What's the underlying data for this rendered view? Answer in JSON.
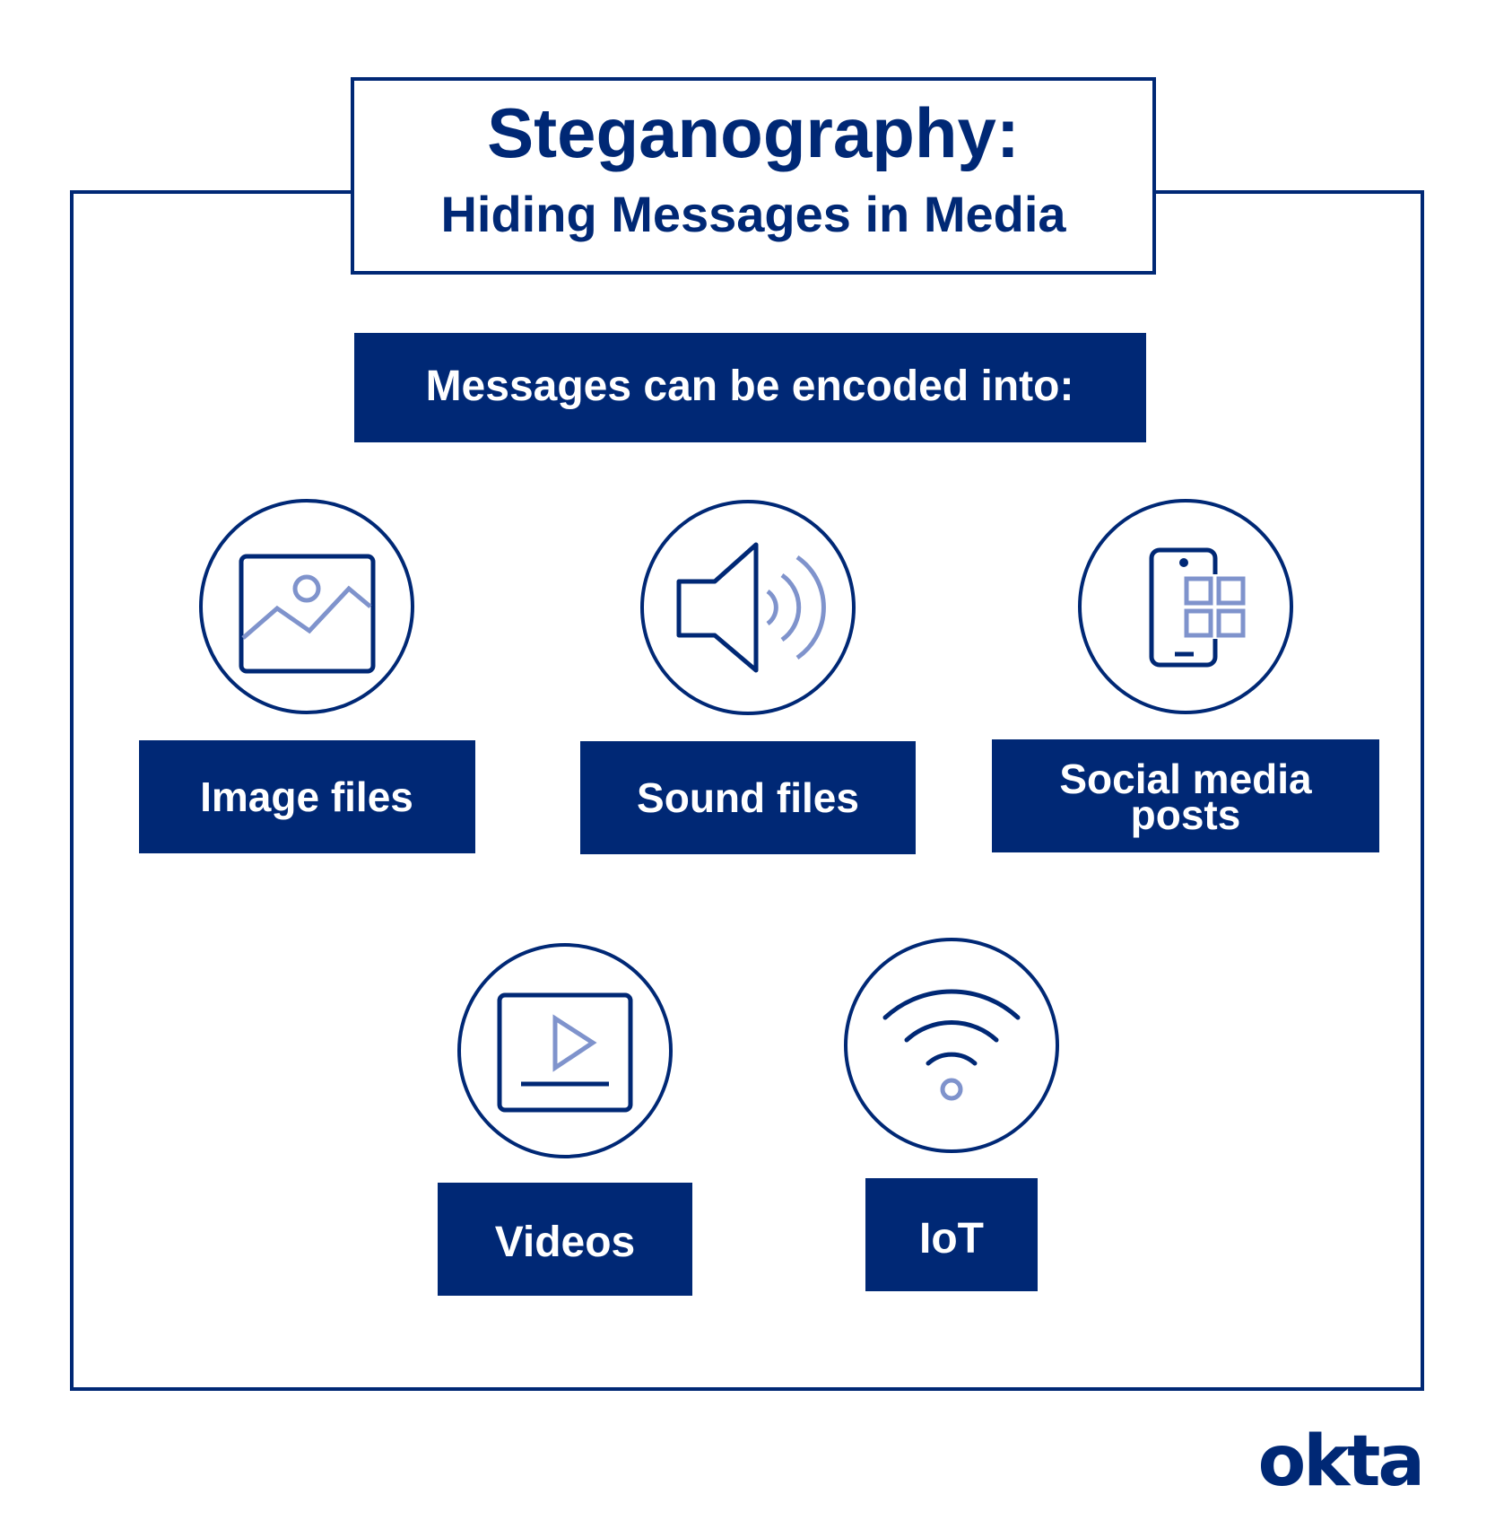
{
  "title": {
    "line1": "Steganography:",
    "line2": "Hiding Messages in Media"
  },
  "header": "Messages can be encoded into:",
  "items": [
    {
      "label": "Image files",
      "icon": "image-icon"
    },
    {
      "label": "Sound files",
      "icon": "speaker-icon"
    },
    {
      "label_line1": "Social media",
      "label_line2": "posts",
      "icon": "smartphone-apps-icon"
    },
    {
      "label": "Videos",
      "icon": "video-player-icon"
    },
    {
      "label": "IoT",
      "icon": "wifi-icon"
    }
  ],
  "logo": "okta",
  "colors": {
    "navy": "#002875",
    "accent": "#7f93cc",
    "background": "#ffffff"
  }
}
